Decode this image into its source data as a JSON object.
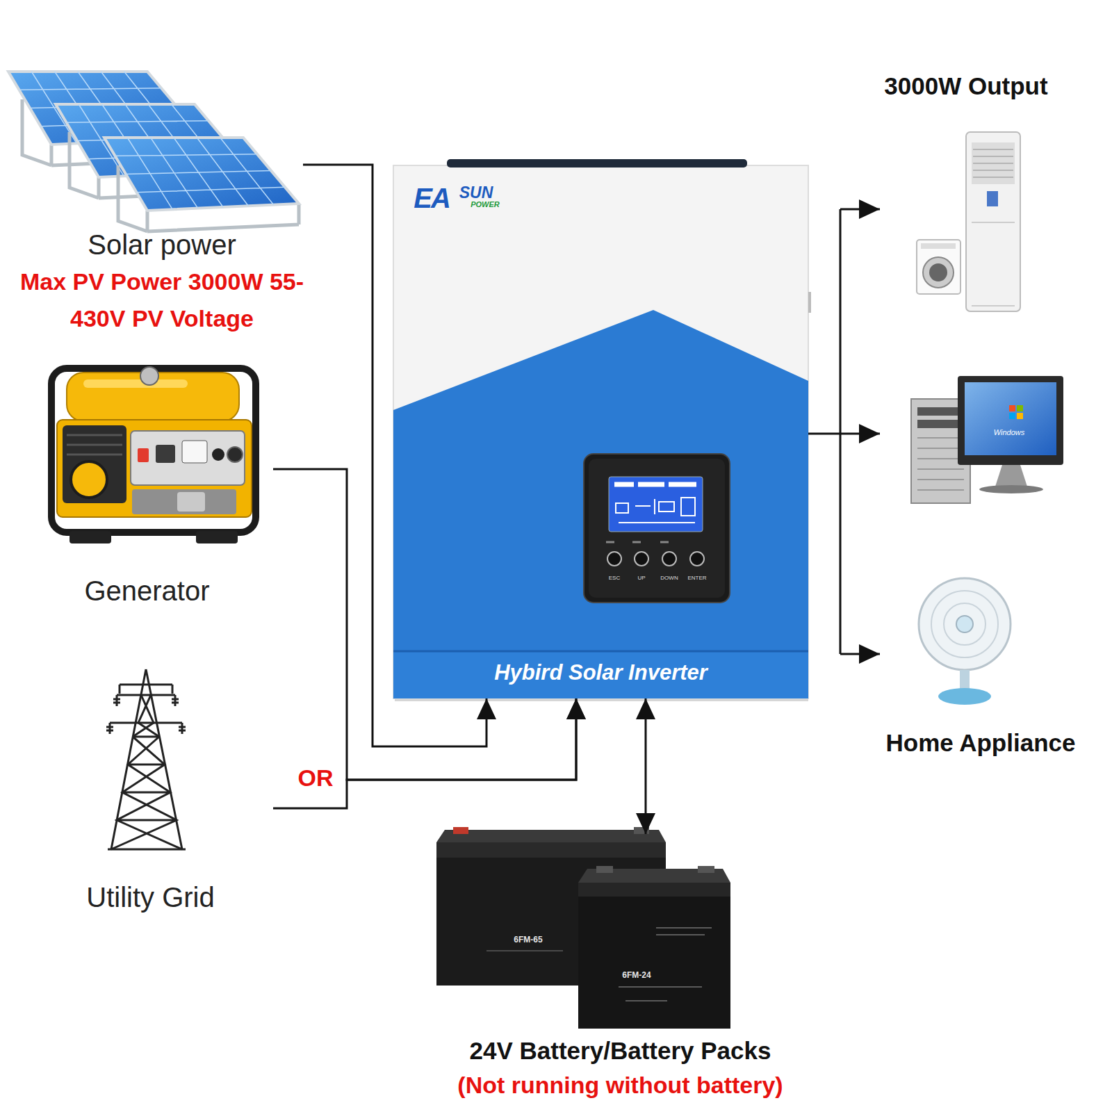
{
  "diagram": {
    "nodes": [
      {
        "text": [
          "Solar power",
          "Max PV Power 3000W 55-430V PV Voltage"
        ]
      },
      {
        "text": [
          "Generator"
        ]
      },
      {
        "text": [
          "Utility Grid"
        ]
      },
      {
        "text": [
          "Hybird Solar Inverter"
        ]
      },
      {
        "text": [
          "3000W Output",
          "Home Appliance"
        ]
      },
      {
        "text": [
          "24V Battery/Battery Packs",
          "(Not running without battery)"
        ]
      }
    ],
    "edges": [
      {
        "from": 0,
        "to": 3,
        "arrow": "to"
      },
      {
        "from": 1,
        "to": 3,
        "arrow": "to"
      },
      {
        "from": 2,
        "to": 3,
        "arrow": "to"
      },
      {
        "from": 3,
        "to": 4,
        "arrow": "to"
      },
      {
        "from": 3,
        "to": 5,
        "arrow": "both"
      }
    ],
    "labels": [
      "OR",
      "EA",
      "SUN",
      "POWER",
      "ESC",
      "UP",
      "DOWN",
      "ENTER",
      "Windows",
      "6FM-65",
      "6FM-24"
    ]
  }
}
